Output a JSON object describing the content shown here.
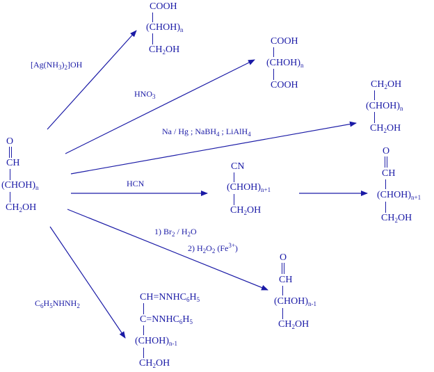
{
  "colors": {
    "ink": "#1a1aa6"
  },
  "start": {
    "o": "O",
    "ch": "CH",
    "chain": "(CHOH)",
    "chain_sub": "n",
    "end": "CH",
    "end_sub": "2",
    "end_tail": "OH"
  },
  "p_top": {
    "top": "COOH",
    "chain": "(CHOH)",
    "chain_sub": "n",
    "end": "CH",
    "end_sub": "2",
    "end_tail": "OH"
  },
  "p_diacid": {
    "top": "COOH",
    "chain": "(CHOH)",
    "chain_sub": "n",
    "end": "COOH"
  },
  "p_alditol": {
    "top": "CH",
    "top_sub": "2",
    "top_tail": "OH",
    "chain": "(CHOH)",
    "chain_sub": "n",
    "end": "CH",
    "end_sub": "2",
    "end_tail": "OH"
  },
  "p_cyanohydrin": {
    "top": "CN",
    "chain": "(CHOH)",
    "chain_sub": "n+1",
    "end": "CH",
    "end_sub": "2",
    "end_tail": "OH"
  },
  "p_longer": {
    "o": "O",
    "ch": "CH",
    "chain": "(CHOH)",
    "chain_sub": "n+1",
    "end": "CH",
    "end_sub": "2",
    "end_tail": "OH"
  },
  "p_shorter": {
    "o": "O",
    "ch": "CH",
    "chain": "(CHOH)",
    "chain_sub": "n-1",
    "end": "CH",
    "end_sub": "2",
    "end_tail": "OH"
  },
  "p_osazone": {
    "l1_a": "CH=NNHC",
    "l1_sub": "6",
    "l1_b": "H",
    "l1_sub2": "5",
    "l2_a": "C=NNHC",
    "l2_sub": "6",
    "l2_b": "H",
    "l2_sub2": "5",
    "chain": "(CHOH)",
    "chain_sub": "n-1",
    "end": "CH",
    "end_sub": "2",
    "end_tail": "OH"
  },
  "reagents": {
    "tollens_a": "[Ag(NH",
    "tollens_sub1": "3",
    "tollens_b": ")",
    "tollens_sub2": "2",
    "tollens_c": "]OH",
    "hno3_a": "HNO",
    "hno3_sub": "3",
    "red_a": "Na / Hg ; NaBH",
    "red_sub1": "4",
    "red_b": " ; LiAlH",
    "red_sub2": "4",
    "hcn": "HCN",
    "ruff1_a": "1) Br",
    "ruff1_sub": "2",
    "ruff1_b": " / H",
    "ruff1_sub2": "2",
    "ruff1_c": "O",
    "ruff2_a": "2) H",
    "ruff2_sub": "2",
    "ruff2_b": "O",
    "ruff2_sub2": "2",
    "ruff2_c": " (Fe",
    "ruff2_sup": "3+",
    "ruff2_d": ")",
    "phenyl_a": "C",
    "phenyl_sub1": "6",
    "phenyl_b": "H",
    "phenyl_sub2": "5",
    "phenyl_c": "NHNH",
    "phenyl_sub3": "2"
  }
}
